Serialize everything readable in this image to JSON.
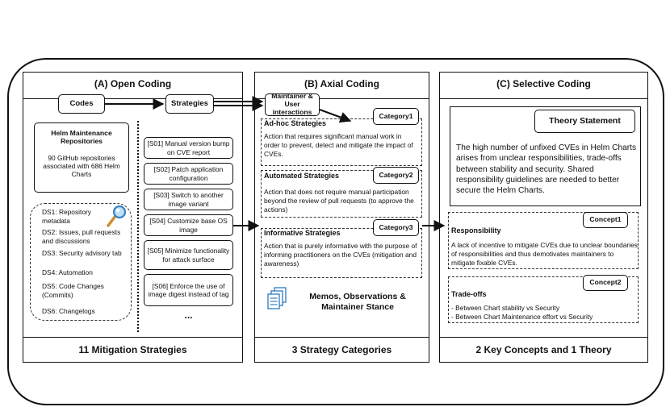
{
  "panels": {
    "a": {
      "title": "(A) Open Coding",
      "footer": "11 Mitigation Strategies"
    },
    "b": {
      "title": "(B) Axial Coding",
      "footer": "3 Strategy Categories"
    },
    "c": {
      "title": "(C) Selective Coding",
      "footer": "2 Key Concepts and 1 Theory"
    }
  },
  "open_coding": {
    "codes_label": "Codes",
    "strategies_label": "Strategies",
    "repo_title": "Helm Maintenance Repositories",
    "repo_desc": "90 GitHub repositories associated with 686 Helm Charts",
    "data_sources": [
      "DS1: Repository metadata",
      "DS2: Issues, pull requests and discussions",
      "DS3: Security advisory tab",
      "DS4: Automation",
      "DS5: Code Changes (Commits)",
      "DS6: Changelogs"
    ],
    "strategies": [
      "[S01] Manual version bump on CVE report",
      "[S02] Patch application configuration",
      "[S03] Switch to another image variant",
      "[S04] Customize base OS image",
      "[S05] Minimize functionality for attack surface",
      "[S06] Enforce the use of image digest instead of tag"
    ],
    "ellipsis": "..."
  },
  "axial_coding": {
    "maintainer_label": "Maintainer & User interactions",
    "categories": [
      {
        "tag": "Category1",
        "title": "Ad-hoc Strategies",
        "desc": "Action that requires significant manual work in order to prevent, detect and mitigate the impact of CVEs."
      },
      {
        "tag": "Category2",
        "title": "Automated Strategies",
        "desc": "Action that does not require manual participation beyond the review of pull requests (to approve the actions)"
      },
      {
        "tag": "Category3",
        "title": "Informative Strategies",
        "desc": "Action that is purely informative with the purpose of informing practitioners on the CVEs (mitigation and awareness)"
      }
    ],
    "memos_label": "Memos, Observations & Maintainer Stance"
  },
  "selective_coding": {
    "theory_tag": "Theory Statement",
    "theory_text": "The high number of unfixed CVEs in Helm Charts arises from unclear responsibilities, trade-offs between stability and security. Shared responsibility guidelines are needed to better secure the Helm Charts.",
    "concepts": [
      {
        "tag": "Concept1",
        "title": "Responsibility",
        "desc": "A lack of incentive to mitigate CVEs due to unclear boundaries of responsibilities and thus demotivates maintainers to mitigate fixable CVEs."
      },
      {
        "tag": "Concept2",
        "title": "Trade-offs",
        "lines": [
          "- Between Chart stability vs Security",
          "- Between Chart Maintenance effort vs Security"
        ]
      }
    ]
  },
  "icons": {
    "magnifier": "magnifier-icon",
    "documents": "documents-icon"
  },
  "colors": {
    "icon_blue": "#3b82c4",
    "magnifier_glass": "#bfe0f5"
  }
}
